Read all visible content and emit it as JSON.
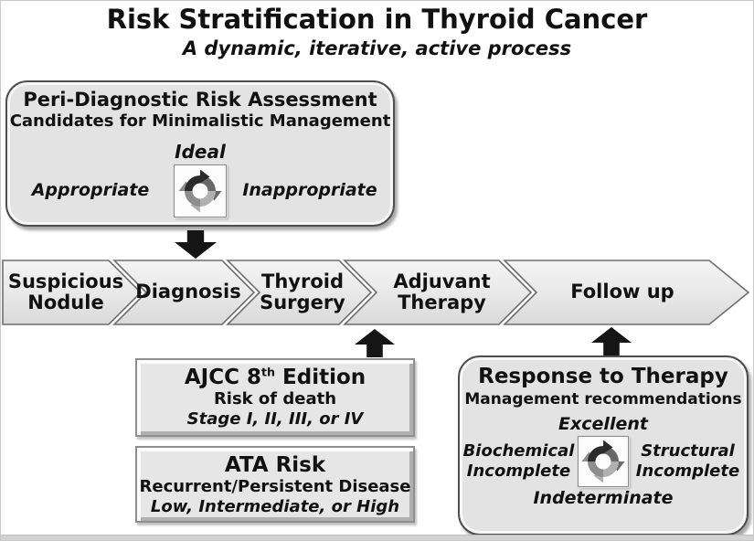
{
  "title": "Risk Stratification in Thyroid Cancer",
  "subtitle": "A dynamic, iterative, active process",
  "peri_box": {
    "heading": "Peri-Diagnostic Risk Assessment",
    "subheading": "Candidates for Minimalistic Management",
    "top_label": "Ideal",
    "left_label": "Appropriate",
    "right_label": "Inappropriate",
    "icon": "cycle-arrows-icon"
  },
  "flow": {
    "steps": [
      {
        "label": "Suspicious\nNodule"
      },
      {
        "label": "Diagnosis"
      },
      {
        "label": "Thyroid\nSurgery"
      },
      {
        "label": "Adjuvant\nTherapy"
      },
      {
        "label": "Follow up"
      }
    ]
  },
  "ajcc_box": {
    "title_prefix": "AJCC 8",
    "title_sup": "th",
    "title_suffix": " Edition",
    "line2": "Risk of death",
    "line3": "Stage I, II, III, or IV"
  },
  "ata_box": {
    "title": "ATA Risk",
    "line2": "Recurrent/Persistent Disease",
    "line3": "Low, Intermediate, or High"
  },
  "response_box": {
    "heading": "Response to Therapy",
    "subheading": "Management recommendations",
    "top_label": "Excellent",
    "left_label": "Biochemical\nIncomplete",
    "right_label": "Structural\nIncomplete",
    "bottom_label": "Indeterminate",
    "icon": "cycle-arrows-icon"
  },
  "colors": {
    "background": "#ffffff",
    "box_fill": "#e3e3e3",
    "box_border": "#4e4e4e",
    "chevron_fill": "#e9e9e9",
    "chevron_border": "#6e6e6e",
    "arrow": "#151515",
    "text": "#111111"
  }
}
